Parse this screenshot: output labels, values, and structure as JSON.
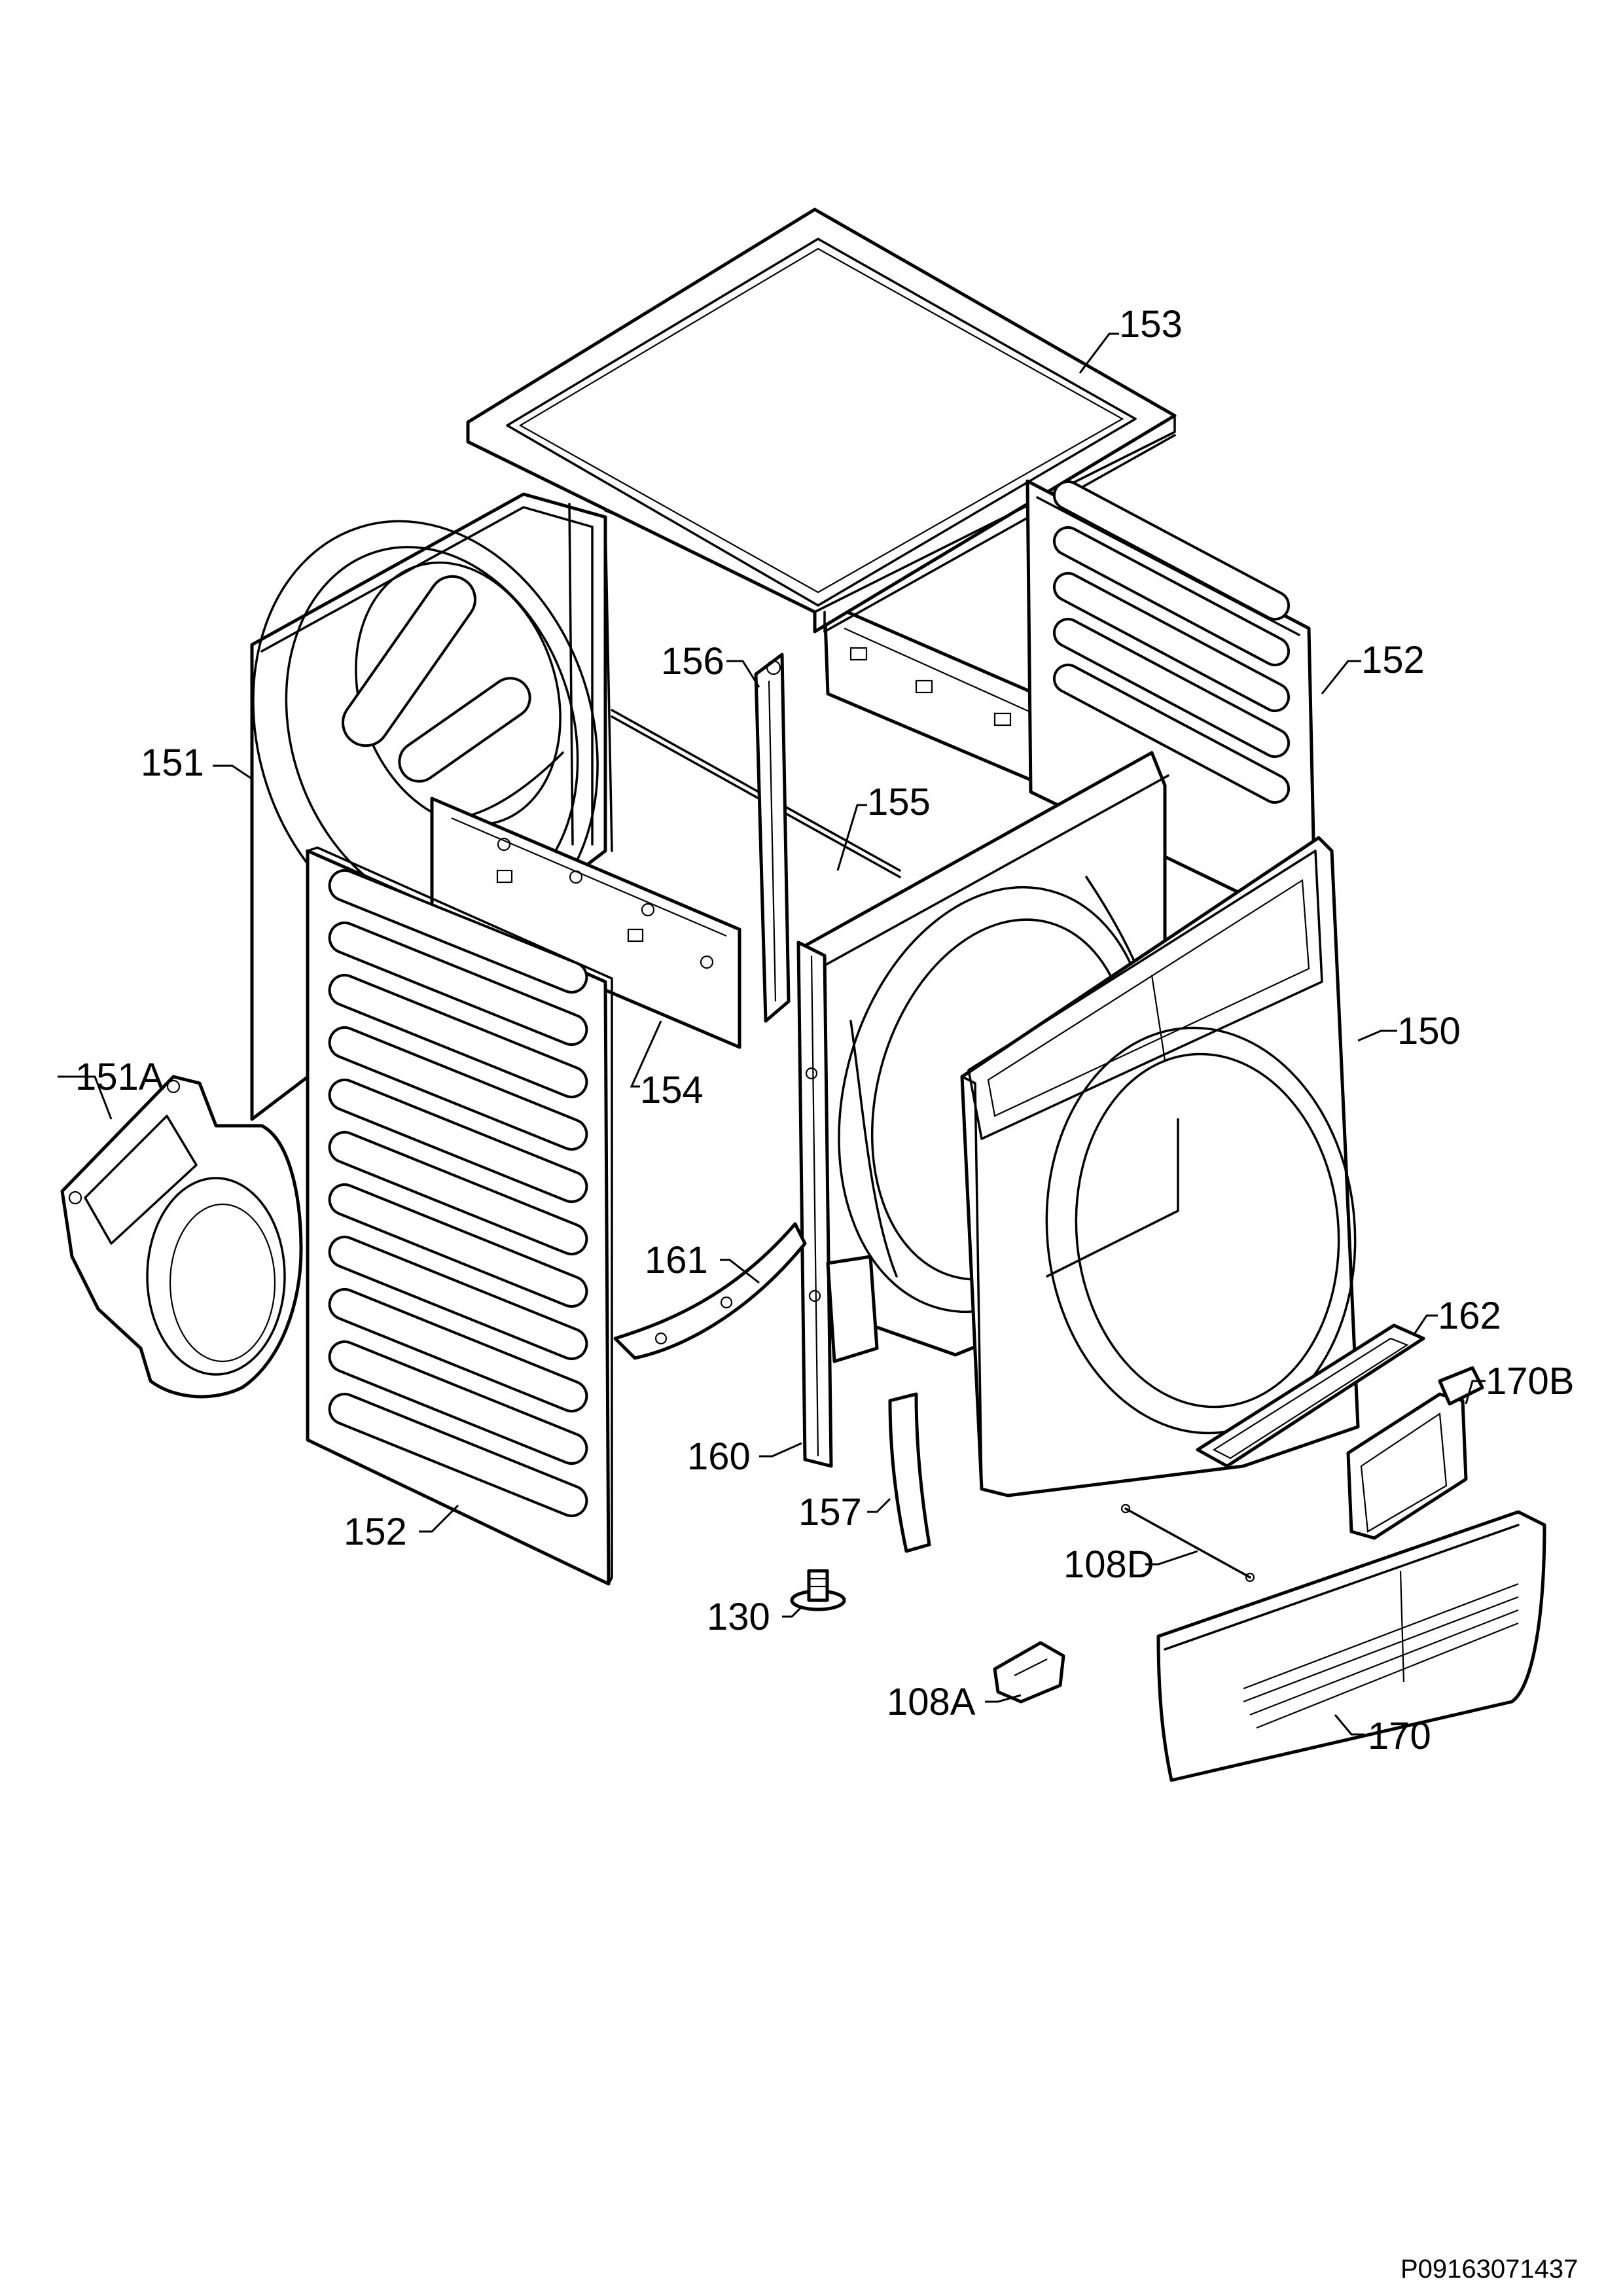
{
  "diagram": {
    "type": "exploded-parts-view",
    "parts": [
      {
        "id": "153",
        "label": "153"
      },
      {
        "id": "152-side",
        "label": "152"
      },
      {
        "id": "151",
        "label": "151"
      },
      {
        "id": "156",
        "label": "156"
      },
      {
        "id": "155",
        "label": "155"
      },
      {
        "id": "154",
        "label": "154"
      },
      {
        "id": "150",
        "label": "150"
      },
      {
        "id": "151A",
        "label": "151A"
      },
      {
        "id": "161",
        "label": "161"
      },
      {
        "id": "162",
        "label": "162"
      },
      {
        "id": "170B",
        "label": "170B"
      },
      {
        "id": "160",
        "label": "160"
      },
      {
        "id": "157",
        "label": "157"
      },
      {
        "id": "152-front",
        "label": "152"
      },
      {
        "id": "108D",
        "label": "108D"
      },
      {
        "id": "130",
        "label": "130"
      },
      {
        "id": "108A",
        "label": "108A"
      },
      {
        "id": "170",
        "label": "170"
      }
    ]
  },
  "footer": {
    "drawing_code": "P09163071437"
  }
}
